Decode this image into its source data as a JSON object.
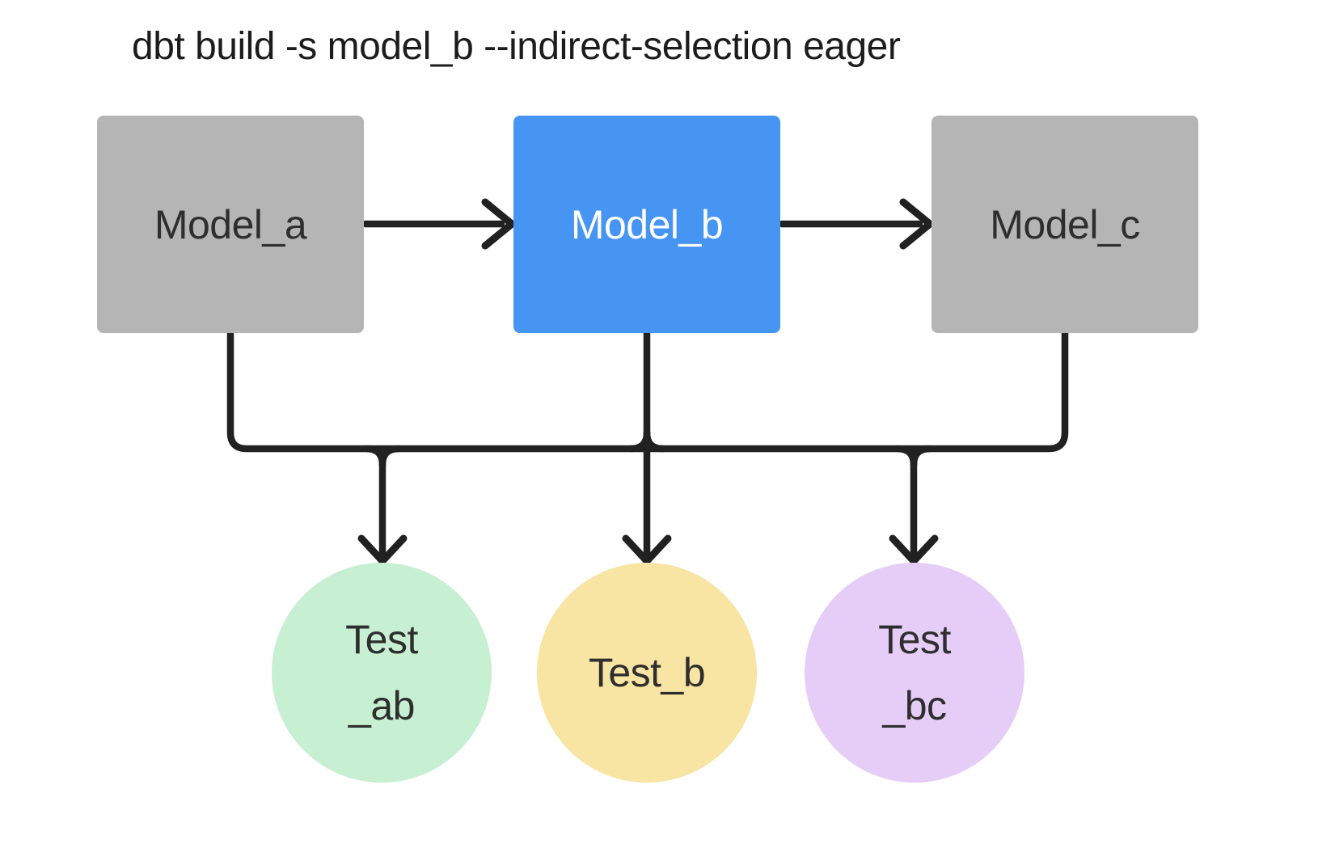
{
  "title": "dbt build -s model_b --indirect-selection eager",
  "colors": {
    "background": "#ffffff",
    "edge": "#212121",
    "model_default_fill": "#b5b5b5",
    "model_selected_fill": "#4795f2",
    "model_text": "#2e2e2e",
    "model_selected_text": "#ffffff",
    "test_ab_fill": "#c7efd2",
    "test_b_fill": "#f8e4a3",
    "test_bc_fill": "#e5cdf8"
  },
  "models": [
    {
      "id": "model_a",
      "label": "Model_a",
      "fill": "#b5b5b5",
      "text_color": "#2e2e2e",
      "selected": false
    },
    {
      "id": "model_b",
      "label": "Model_b",
      "fill": "#4795f2",
      "text_color": "#ffffff",
      "selected": true
    },
    {
      "id": "model_c",
      "label": "Model_c",
      "fill": "#b5b5b5",
      "text_color": "#2e2e2e",
      "selected": false
    }
  ],
  "tests": [
    {
      "id": "test_ab",
      "label_lines": {
        "0": "Test",
        "1": "_ab"
      },
      "fill": "#c7efd2"
    },
    {
      "id": "test_b",
      "label_lines": {
        "0": "Test_b"
      },
      "fill": "#f8e4a3"
    },
    {
      "id": "test_bc",
      "label_lines": {
        "0": "Test",
        "1": "_bc"
      },
      "fill": "#e5cdf8"
    }
  ],
  "edges": [
    {
      "from": "model_a",
      "to": "model_b"
    },
    {
      "from": "model_b",
      "to": "model_c"
    },
    {
      "from": "model_a",
      "to": "test_ab"
    },
    {
      "from": "model_b",
      "to": "test_ab"
    },
    {
      "from": "model_b",
      "to": "test_b"
    },
    {
      "from": "model_b",
      "to": "test_bc"
    },
    {
      "from": "model_c",
      "to": "test_bc"
    }
  ]
}
